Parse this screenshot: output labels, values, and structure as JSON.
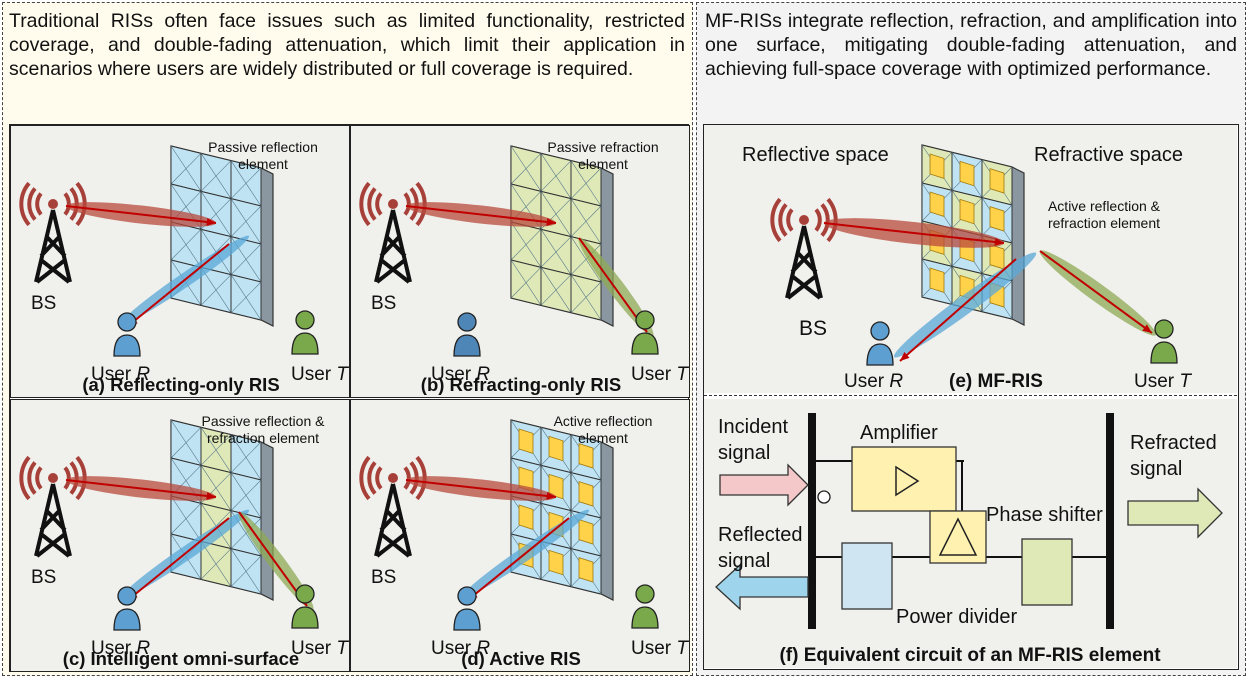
{
  "left_intro": "Traditional RISs often face issues such as limited functionality, restricted coverage, and double-fading attenuation, which limit their application in scenarios where users are widely distributed or full coverage is required.",
  "right_intro": "MF-RISs integrate reflection, refraction, and amplification into one surface, mitigating double-fading attenuation, and achieving full-space coverage with optimized performance.",
  "common": {
    "bs": "BS",
    "user_prefix": "User ",
    "user_r": "R",
    "user_t": "T"
  },
  "panels": {
    "a": {
      "caption": "(a) Reflecting-only RIS",
      "element_label": [
        "Passive reflection",
        "element"
      ]
    },
    "b": {
      "caption": "(b) Refracting-only RIS",
      "element_label": [
        "Passive refraction",
        "element"
      ]
    },
    "c": {
      "caption": "(c) Intelligent omni-surface",
      "element_label": [
        "Passive reflection &",
        "refraction element"
      ]
    },
    "d": {
      "caption": "(d) Active RIS",
      "element_label": [
        "Active reflection",
        "element"
      ]
    },
    "e": {
      "caption": "(e) MF-RIS",
      "reflective_space": "Reflective space",
      "refractive_space": "Refractive space",
      "element_label": [
        "Active reflection &",
        "refraction element"
      ]
    },
    "f": {
      "caption": "(f) Equivalent circuit of an MF-RIS element",
      "incident": [
        "Incident",
        "signal"
      ],
      "reflected": [
        "Reflected",
        "signal"
      ],
      "refracted": [
        "Refracted",
        "signal"
      ],
      "amplifier": "Amplifier",
      "phase_shifter": "Phase shifter",
      "power_divider": "Power divider"
    }
  },
  "colors": {
    "left_background": "#fffcee",
    "right_background": "#f3f3f3",
    "panel_fill": "#f0f0ec",
    "signal_beam": "#b84a3c",
    "ray": "#c00000",
    "reflect_beam": "#5aa8d8",
    "refract_beam": "#8faa55",
    "passive_element": "#bfe3f3",
    "refraction_element": "#dfe9b8",
    "active_core": "#ffd24a",
    "amplifier_box": "#fff2b0"
  }
}
